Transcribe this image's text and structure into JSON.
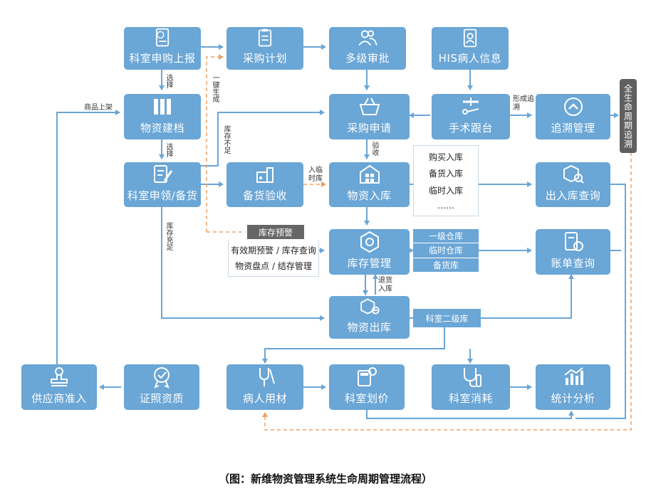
{
  "nodes": {
    "dept_purchase_report": "科室申购上报",
    "purchase_plan": "采购计划",
    "multi_approval": "多级审批",
    "his_patient": "HIS病人信息",
    "material_archive": "物资建档",
    "purchase_request": "采购申请",
    "surgery_tracking": "手术跟台",
    "trace_management": "追溯管理",
    "dept_requisition": "科室申领/备货",
    "stock_inspection": "备货验收",
    "material_inbound": "物资入库",
    "inout_query": "出入库查询",
    "inventory_management": "库存管理",
    "bill_query": "账单查询",
    "material_outbound": "物资出库",
    "supplier_access": "供应商准入",
    "license_qualification": "证照资质",
    "patient_usage": "病人用材",
    "dept_pricing": "科室划价",
    "dept_consumption": "科室消耗",
    "statistics": "统计分析"
  },
  "inbound_types": [
    "购买入库",
    "备货入库",
    "临时入库",
    "……"
  ],
  "warehouse_levels": [
    "一级仓库",
    "临时仓库",
    "备货库"
  ],
  "dept_secondary": "科室二级库",
  "stock_alert": {
    "title": "库存预警",
    "line1": "有效期预警 / 库存查询",
    "line2": "物资盘点 / 结存管理"
  },
  "lifecycle_bar": "全生命周期追溯",
  "edge_labels": {
    "select1": "选择",
    "select2": "选择",
    "one_key": "一键生成",
    "stock_short1": "库存不足",
    "stock_short2": "库存充足",
    "goods_listing": "商品上架",
    "form_trace": "形成追溯",
    "acceptance": "验收",
    "temp_in": "入临时库",
    "return_in": "退货入库"
  },
  "caption": "（图：新维物资管理系统生命周期管理流程）",
  "colors": {
    "node": "#6aa6d6",
    "arrow": "#6aa6d6",
    "dashed": "#f0a060",
    "dark_bar": "#5f5f5f"
  }
}
